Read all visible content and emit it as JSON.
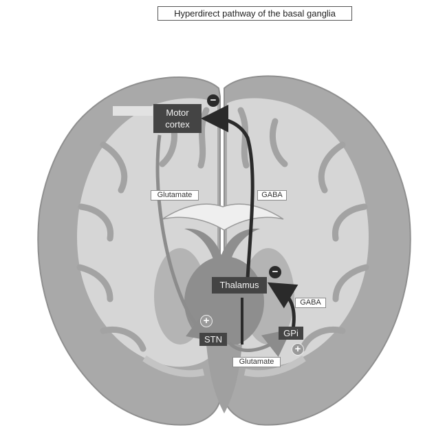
{
  "title": "Hyperdirect pathway of the basal ganglia",
  "faded_label": "",
  "nodes": {
    "motor_cortex_line1": "Motor",
    "motor_cortex_line2": "cortex",
    "thalamus": "Thalamus",
    "stn": "STN",
    "gpi": "GPi"
  },
  "pathway_labels": {
    "glutamate_cortex_stn": "Glutamate",
    "gaba_thalamus_cortex": "GABA",
    "gaba_gpi_thalamus": "GABA",
    "glutamate_stn_gpi": "Glutamate"
  },
  "signs": {
    "motor_cortex": "−",
    "thalamus": "−",
    "stn": "+",
    "gpi": "+"
  },
  "colors": {
    "inhibitory_arrow": "#2a2a2a",
    "excitatory_arrow": "#8c8c8c",
    "node_fill": "#444444",
    "brain_outer": "#a9a9a9",
    "brain_inner": "#d6d6d6"
  }
}
